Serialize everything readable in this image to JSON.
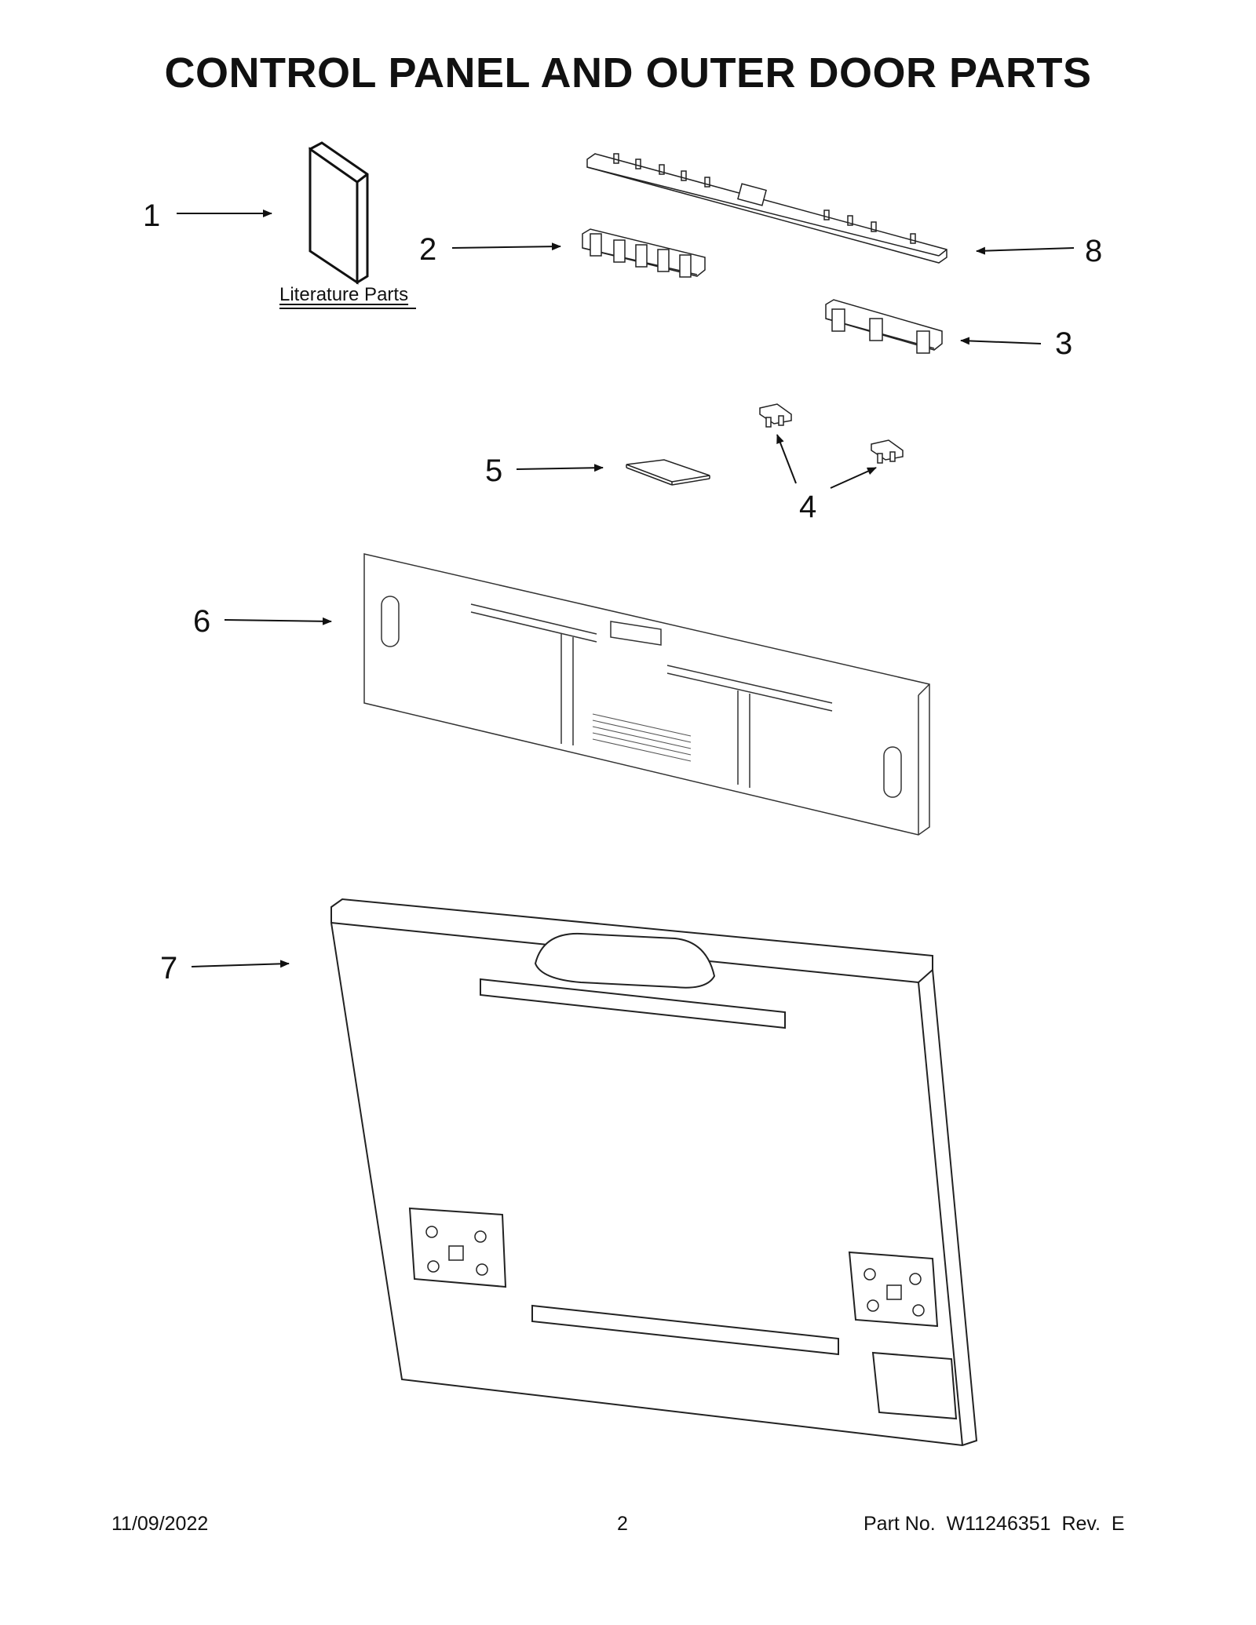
{
  "title": "CONTROL PANEL AND OUTER DOOR PARTS",
  "callouts": {
    "c1": "1",
    "c2": "2",
    "c3": "3",
    "c4": "4",
    "c5": "5",
    "c6": "6",
    "c7": "7",
    "c8": "8"
  },
  "literature_label": "Literature Parts",
  "footer": {
    "date": "11/09/2022",
    "page": "2",
    "part_no": "Part No.  W11246351  Rev.  E"
  }
}
